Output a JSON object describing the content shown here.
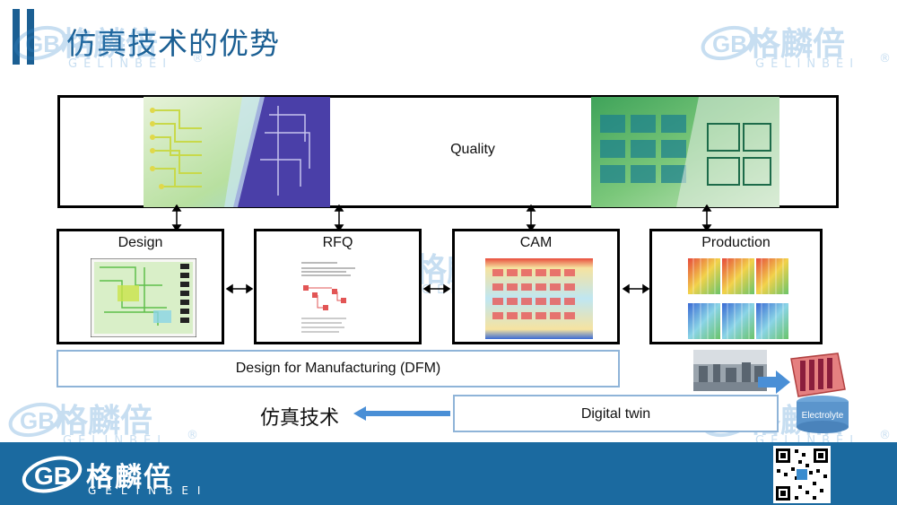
{
  "page": {
    "title": "仿真技术的优势"
  },
  "brand": {
    "name_cn": "格麟倍",
    "name_en": "GELINBEI",
    "footer_name_en": "GELINBEI",
    "watermark_en": "GELINBEI",
    "registered": "®",
    "colors": {
      "primary": "#1b5f93",
      "footer": "#1b6aa0",
      "watermark": "#3a8ccf"
    }
  },
  "diagram": {
    "quality_label": "Quality",
    "stages": [
      {
        "label": "Design"
      },
      {
        "label": "RFQ"
      },
      {
        "label": "CAM"
      },
      {
        "label": "Production"
      }
    ],
    "dfm_label": "Design for Manufacturing (DFM)",
    "digital_twin_label": "Digital twin",
    "simulation_label": "仿真技术",
    "electrolyte_label": "Electrolyte"
  },
  "icons": [
    "gb-logo-icon",
    "double-arrow-icon",
    "left-arrow-icon",
    "qr-code-icon"
  ]
}
